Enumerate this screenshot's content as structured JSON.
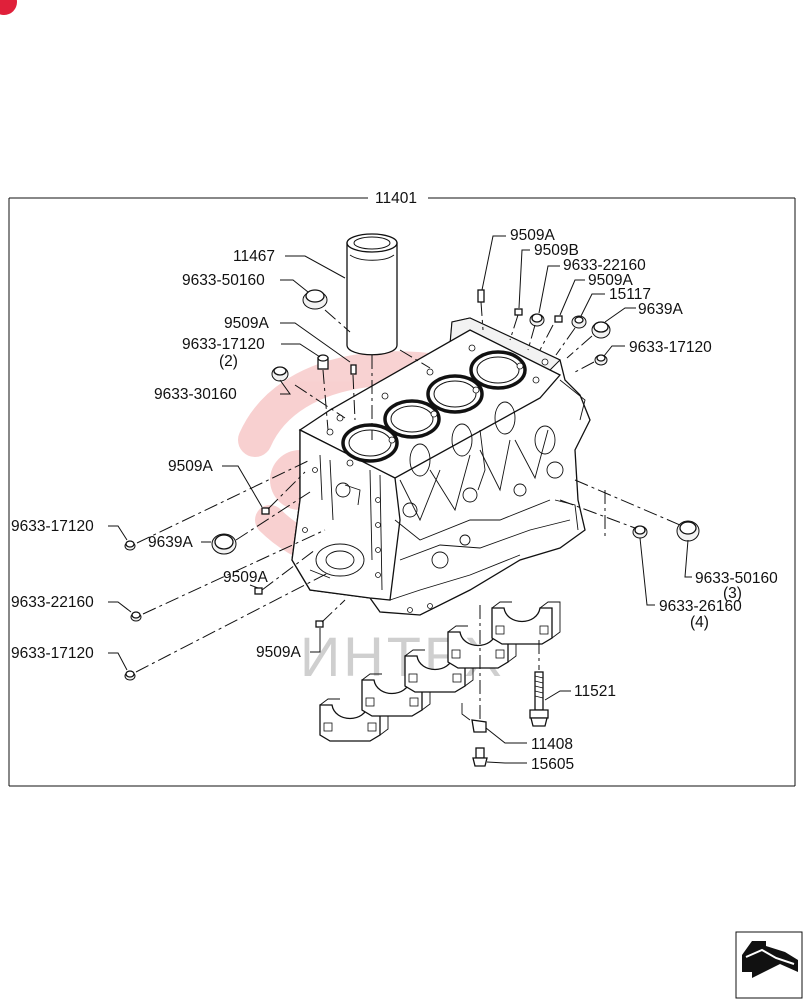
{
  "assembly": {
    "number": "11401"
  },
  "callouts": [
    {
      "id": "c-11467",
      "text": "11467"
    },
    {
      "id": "c-9633-50160-a",
      "text": "9633-50160"
    },
    {
      "id": "c-9509a-a",
      "text": "9509A"
    },
    {
      "id": "c-9633-17120-a",
      "text": "9633-17120"
    },
    {
      "id": "c-qty-2",
      "text": "(2)"
    },
    {
      "id": "c-9633-30160",
      "text": "9633-30160"
    },
    {
      "id": "c-9509a-b",
      "text": "9509A"
    },
    {
      "id": "c-9633-17120-b",
      "text": "9633-17120"
    },
    {
      "id": "c-9639a-a",
      "text": "9639A"
    },
    {
      "id": "c-9509a-c",
      "text": "9509A"
    },
    {
      "id": "c-9633-22160-a",
      "text": "9633-22160"
    },
    {
      "id": "c-9633-17120-c",
      "text": "9633-17120"
    },
    {
      "id": "c-9509a-d",
      "text": "9509A"
    },
    {
      "id": "c-9509a-e",
      "text": "9509A"
    },
    {
      "id": "c-9509b",
      "text": "9509B"
    },
    {
      "id": "c-9633-22160-b",
      "text": "9633-22160"
    },
    {
      "id": "c-9509a-f",
      "text": "9509A"
    },
    {
      "id": "c-15117",
      "text": "15117"
    },
    {
      "id": "c-9639a-b",
      "text": "9639A"
    },
    {
      "id": "c-9633-17120-d",
      "text": "9633-17120"
    },
    {
      "id": "c-9633-50160-b",
      "text": "9633-50160"
    },
    {
      "id": "c-qty-3",
      "text": "(3)"
    },
    {
      "id": "c-9633-26160",
      "text": "9633-26160"
    },
    {
      "id": "c-qty-4",
      "text": "(4)"
    },
    {
      "id": "c-11521",
      "text": "11521"
    },
    {
      "id": "c-11408",
      "text": "11408"
    },
    {
      "id": "c-15605",
      "text": "15605"
    }
  ],
  "watermark": {
    "text": "ИНТЕХ",
    "color": "#e03030"
  },
  "colors": {
    "line": "#111111",
    "background": "#ffffff",
    "badge": "#e0203a"
  },
  "icons": {
    "corner_badge": "red-dot-icon",
    "navigation": "arrow-back-icon"
  }
}
